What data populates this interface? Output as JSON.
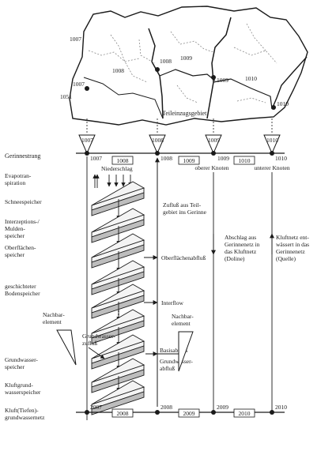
{
  "catchment_map": {
    "subcatchments": [
      "1007",
      "1008",
      "1009",
      "1010"
    ],
    "nodes_top": [
      "1007",
      "1008",
      "1009",
      "1010"
    ],
    "outlet_left": "1051",
    "label": "Teileinzugsgebiet"
  },
  "channel": {
    "row_label": "Gerinnestrang",
    "node_labels": [
      "1007",
      "1008",
      "1009",
      "1010"
    ],
    "reach_labels": [
      "1008",
      "1009",
      "1010"
    ],
    "upper_node_label": "oberer Knoten",
    "lower_node_label": "unterer Knoten"
  },
  "left_labels": [
    "Evapotran-\nspiration",
    "Schneespeicher",
    "Interzeptions-/\nMulden-\nspeicher",
    "Oberflächen-\nspeicher",
    "geschichteter\nBodenspeicher",
    "Nachbar-\nelement",
    "Grundwasser-\nspeicher",
    "Kluftgrund-\nwasserspeicher",
    "Kluft(Tiefen)-\ngrundwassernetz"
  ],
  "flows": {
    "precipitation": "Niederschlag",
    "inflow": "Zufluß aus Teil-\ngebiet ins Gerinne",
    "surface_runoff": "Oberflächenabfluß",
    "interflow": "Interflow",
    "groundwater_inflow": "Grundwasser-\nzufluß",
    "base_flow": "Basisabfluß",
    "groundwater_outflow": "Grundwasser-\nabfluß",
    "neighbor_right": "Nachbar-\nelement",
    "doline": "Abschlag aus\nGerinnenetz in\ndas Kluftnetz\n(Doline)",
    "spring": "Kluftnetz ent-\nwässert in das\nGerinnenetz\n(Quelle)"
  },
  "karst_network": {
    "node_labels": [
      "2007",
      "2008",
      "2009",
      "2010"
    ],
    "reach_labels": [
      "2008",
      "2009",
      "2010"
    ]
  },
  "colors": {
    "ink": "#1a1a1a",
    "storage_light": "#f4f4f4",
    "storage_dark": "#bdbdbd"
  }
}
